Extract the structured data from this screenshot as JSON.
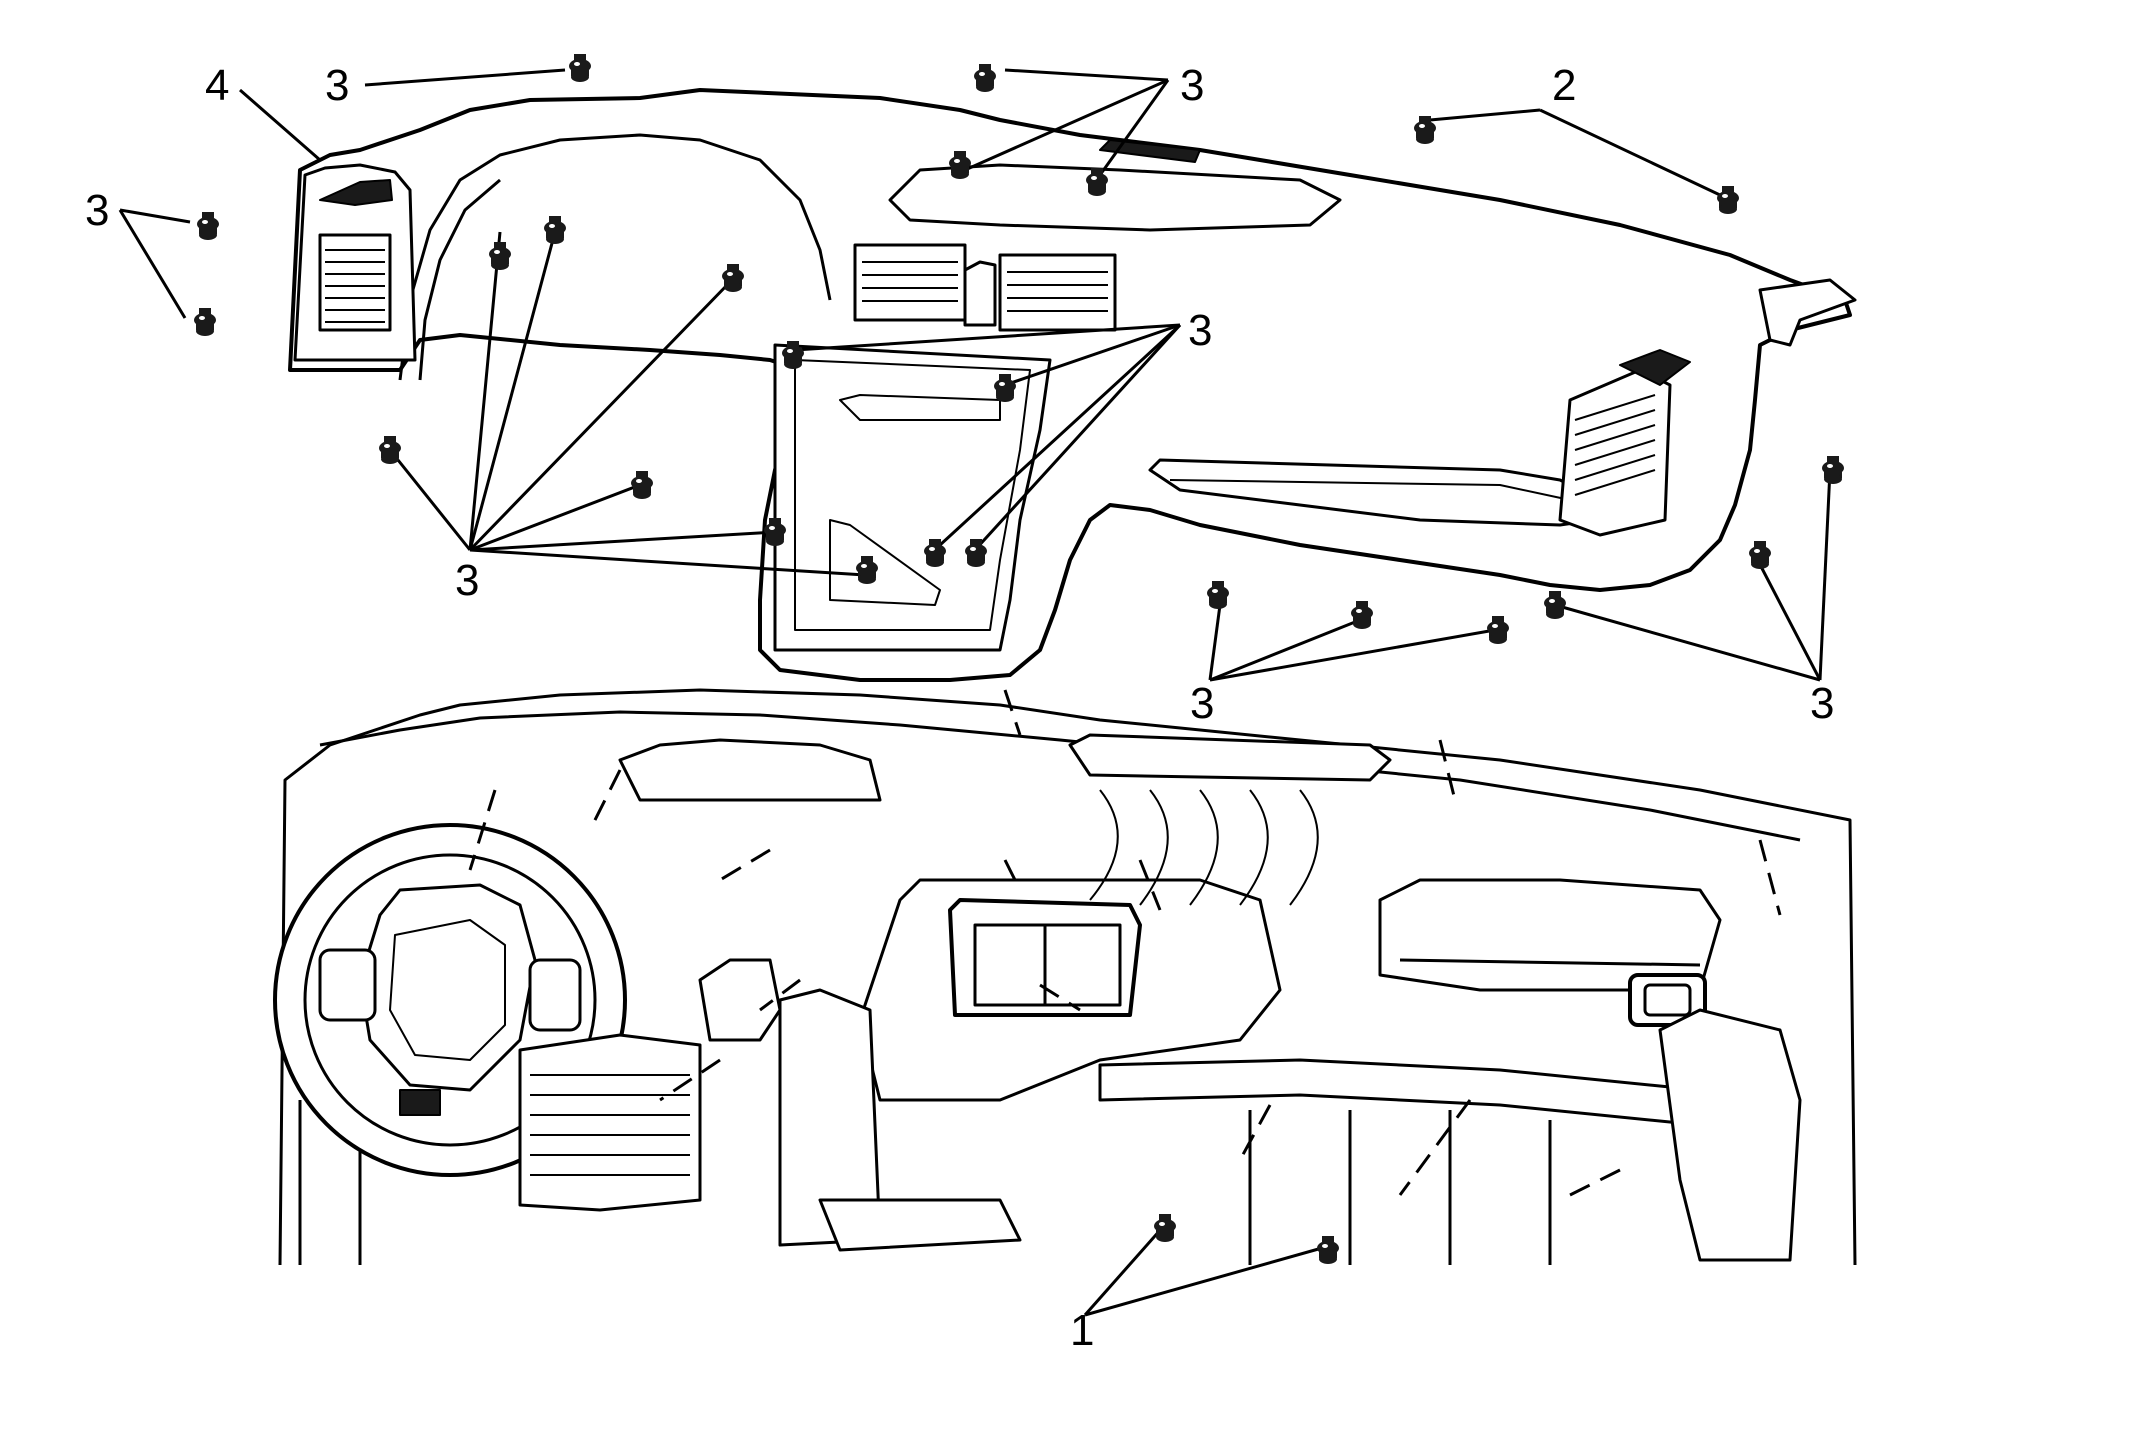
{
  "diagram": {
    "callouts": [
      {
        "id": "c4",
        "text": "4"
      },
      {
        "id": "c3-top-left",
        "text": "3"
      },
      {
        "id": "c3-top-center",
        "text": "3"
      },
      {
        "id": "c2",
        "text": "2"
      },
      {
        "id": "c3-left",
        "text": "3"
      },
      {
        "id": "c3-center",
        "text": "3"
      },
      {
        "id": "c3-lower-left",
        "text": "3"
      },
      {
        "id": "c3-lower-center",
        "text": "3"
      },
      {
        "id": "c3-lower-right",
        "text": "3"
      },
      {
        "id": "c1",
        "text": "1"
      }
    ],
    "colors": {
      "line": "#000000",
      "background": "#ffffff",
      "part_fill": "#ffffff",
      "fastener": "#1a1a1a"
    },
    "parts": [
      "instrument-panel-upper-trim",
      "instrument-panel-carrier"
    ],
    "fastener_icon": "bolt-icon"
  }
}
